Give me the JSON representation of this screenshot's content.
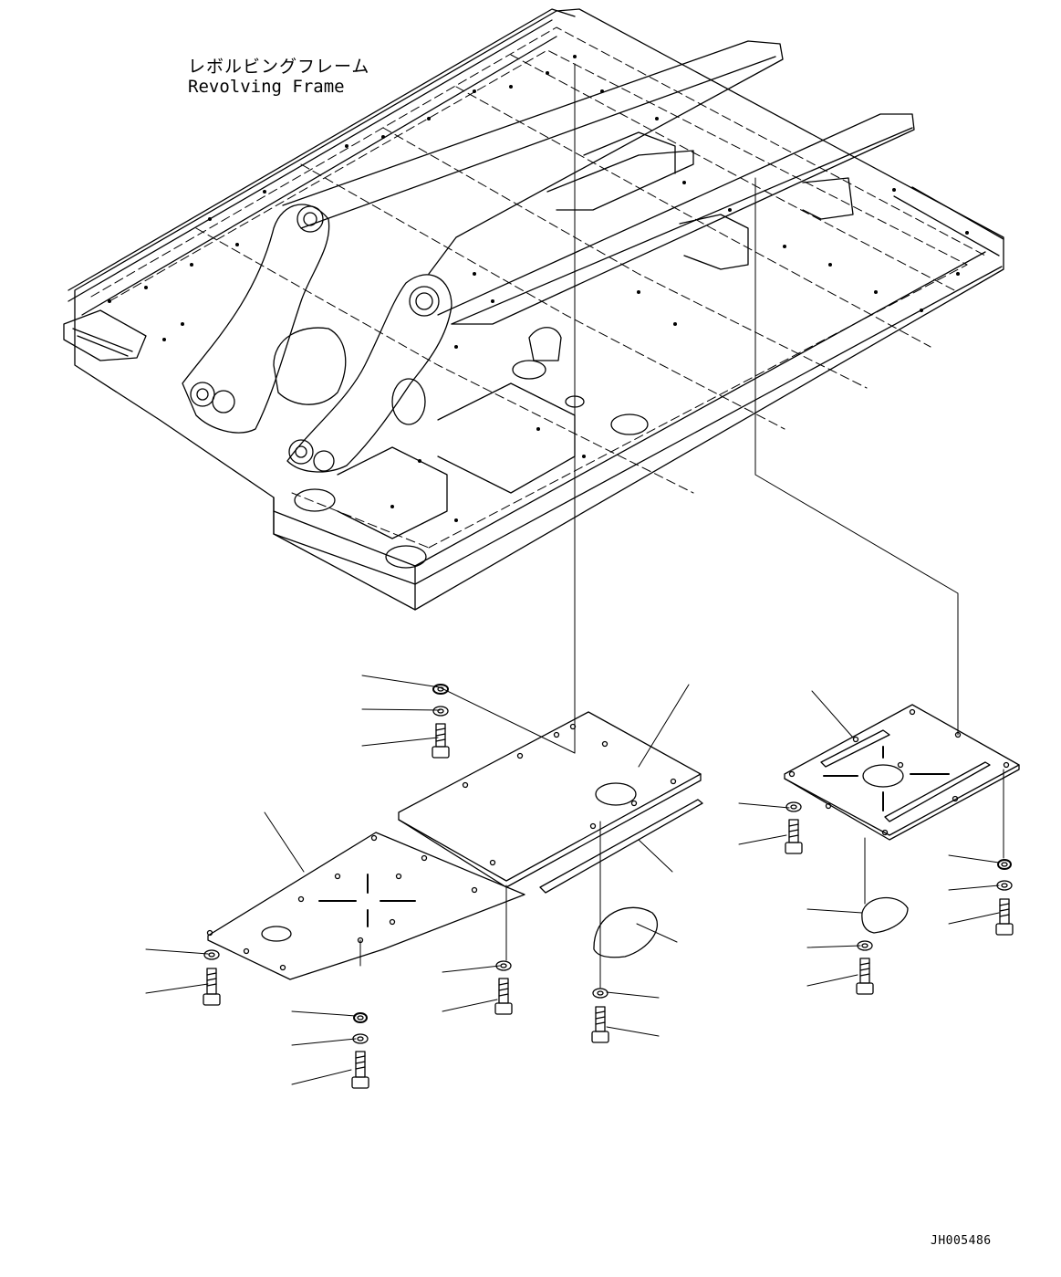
{
  "title": {
    "jp": "レボルビングフレーム",
    "en": "Revolving Frame"
  },
  "drawing_number": "JH005486"
}
